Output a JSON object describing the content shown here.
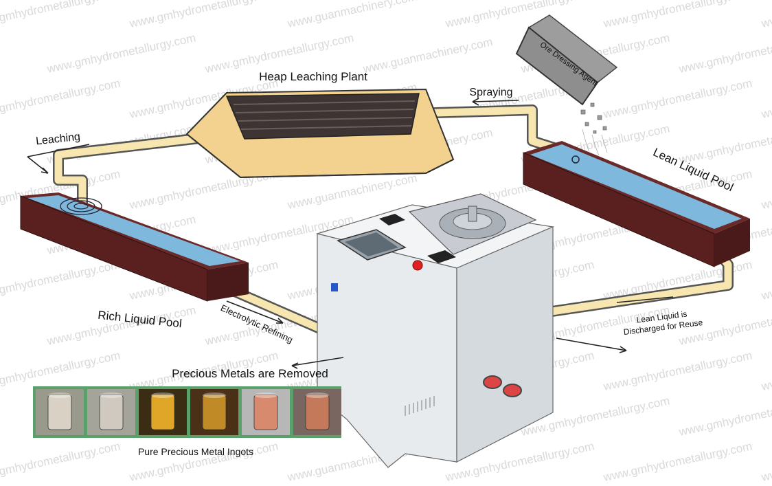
{
  "diagram": {
    "labels": {
      "heap_leaching_plant": "Heap Leaching Plant",
      "spraying": "Spraying",
      "ore_dressing_agent": "Ore Dressing Agent",
      "leaching": "Leaching",
      "lean_liquid_pool": "Lean Liquid Pool",
      "rich_liquid_pool": "Rich Liquid Pool",
      "electrolytic_refining": "Electrolytic Refining",
      "lean_liquid_discharged_line1": "Lean Liquid is",
      "lean_liquid_discharged_line2": "Discharged for Reuse",
      "precious_metals_removed": "Precious Metals are Removed",
      "pure_precious_metal_ingots": "Pure Precious Metal Ingots"
    },
    "watermarks": {
      "domain_1": "www.gmhydrometallurgy.com",
      "domain_2": "www.guanmachinery.com"
    },
    "colors": {
      "pipe": "#f7e6b0",
      "pipe_outline": "#555555",
      "water": "#7fb8dd",
      "pool_wall": "#6b2a2a",
      "heap_base": "#f3d28f",
      "heap_top": "#3e3434",
      "machine_body": "#e8ebee",
      "agent_box": "#8e8e8e",
      "ingot_frame": "#5aa06a"
    },
    "ingots": [
      {
        "name": "ingot-cup",
        "body": "#d9d2c4",
        "bg": "#9a9a8c"
      },
      {
        "name": "ingot-cylinder-mesh",
        "body": "#cfc9bf",
        "bg": "#a4a49a"
      },
      {
        "name": "ingot-gold-roll",
        "body": "#e0a628",
        "bg": "#3a2d14"
      },
      {
        "name": "ingot-gold-column",
        "body": "#c08a26",
        "bg": "#4a3016"
      },
      {
        "name": "ingot-copper-blocks",
        "body": "#d88a6e",
        "bg": "#b7b7b7"
      },
      {
        "name": "ingot-copper-sheet",
        "body": "#c47a5a",
        "bg": "#7a6660"
      }
    ]
  }
}
